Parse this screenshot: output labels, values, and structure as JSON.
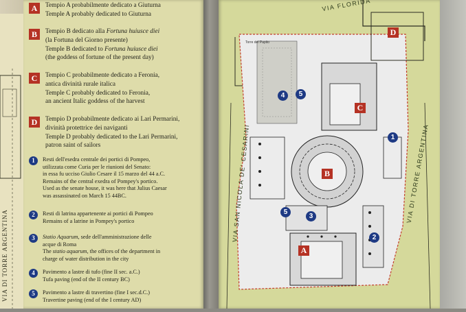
{
  "legend": {
    "entries": [
      {
        "badge": "A",
        "lines": [
          "Tempio A probabilmente dedicato a Giuturna",
          "Temple A probably dedicated to Giuturna"
        ]
      },
      {
        "badge": "B",
        "lines": [
          "Tempio B dedicato alla Fortuna huiusce diei",
          "(la Fortuna del Giorno presente)",
          "Temple B dedicated to Fortuna huiusce diei",
          "(the goddess of fortune of the present day)"
        ]
      },
      {
        "badge": "C",
        "lines": [
          "Tempio C probabilmente dedicato a Feronia,",
          "antica divinità rurale italica",
          "Temple C probably dedicated to Feronia,",
          "an ancient Italic goddess of the harvest"
        ]
      },
      {
        "badge": "D",
        "lines": [
          "Tempio D probabilmente dedicato ai Lari Permarini,",
          "divinità protettrice dei naviganti",
          "Temple D probably dedicated to the Lari Permarini,",
          "patron saint of sailors"
        ]
      },
      {
        "badge": "1",
        "lines": [
          "Resti dell'esedra centrale dei portici di Pompeo,",
          "utilizzata come Curia per le riunioni del Senato:",
          "in essa fu ucciso Giulio Cesare il 15 marzo del 44 a.C.",
          "Remains of the central exedra of Pompey's portico.",
          "Used as the senate house, it was here that Julius Caesar",
          "was assassinated on March 15 44BC."
        ]
      },
      {
        "badge": "2",
        "lines": [
          "Resti di latrina appartenente ai portici di Pompeo",
          "Remains of a latrine in Pompey's portico"
        ]
      },
      {
        "badge": "3",
        "lines": [
          "Statio Aquarum, sede dell'amministrazione delle",
          "acque di Roma",
          "The statio aquarum, the offices of the department in",
          "charge of water distribution in the city"
        ]
      },
      {
        "badge": "4",
        "lines": [
          "Pavimento a lastre di tufo (fine II sec. a.C.)",
          "Tufa paving (end of the II century BC)"
        ]
      },
      {
        "badge": "5",
        "lines": [
          "Pavimento a lastre di travertino (fine I sec.d.C.)",
          "Travertine paving (end of the I century AD)"
        ]
      }
    ]
  },
  "map": {
    "streets": {
      "top": "VIA FLORIDA",
      "left": "VIA SAN NICOLA DE' CESARINI",
      "right": "VIA DI TORRE ARGENTINA",
      "far_left": "VIA DI TORRE ARGENTINA"
    },
    "torre_label": "Torre del Papito",
    "markers": {
      "A": "A",
      "B": "B",
      "C": "C",
      "D": "D",
      "n1": "1",
      "n2": "2",
      "n3": "3",
      "n4": "4",
      "n5": "5"
    }
  },
  "colors": {
    "temple_badge": "#b53224",
    "number_badge": "#1e3a84",
    "legend_bg": "#dedcaa",
    "map_bg": "#d5d99b"
  }
}
